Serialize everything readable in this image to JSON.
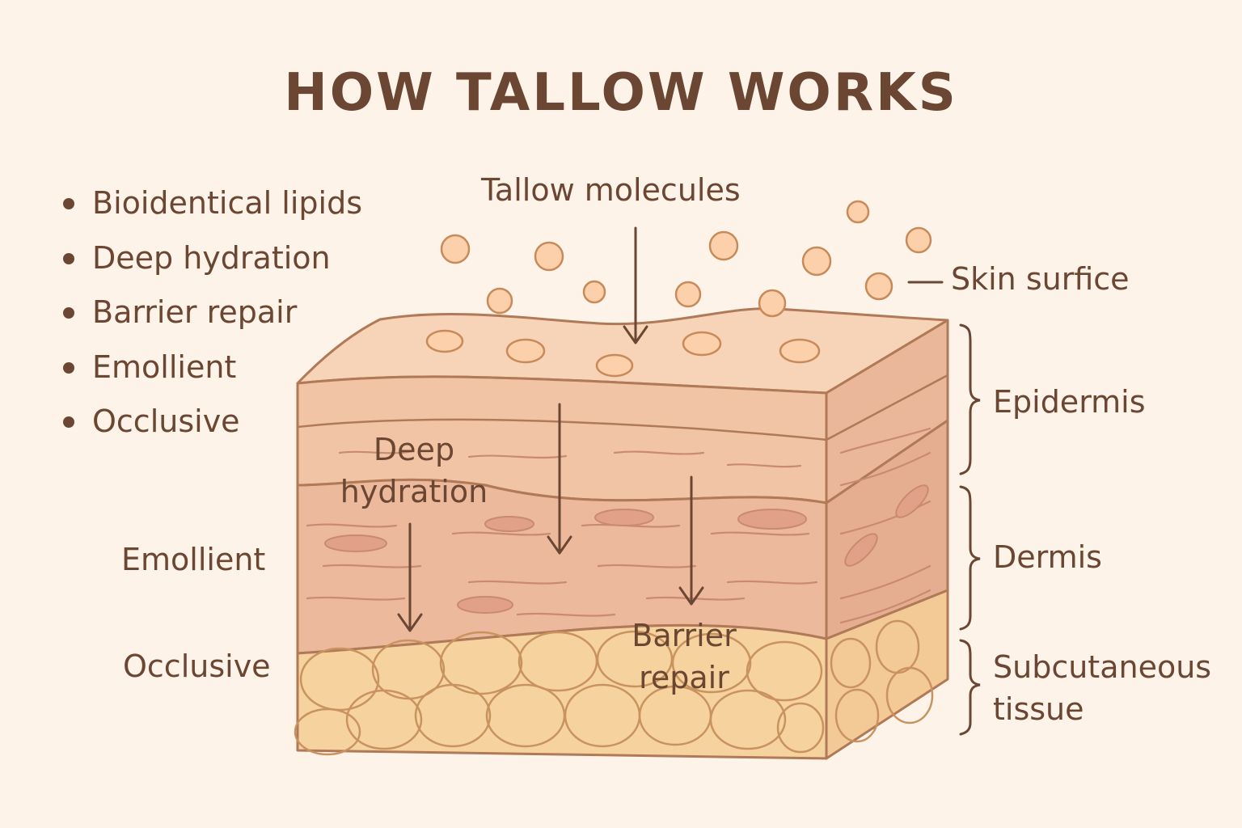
{
  "title": "HOW TALLOW WORKS",
  "benefits": [
    "Bioidentical lipids",
    "Deep hydration",
    "Barrier repair",
    "Emollient",
    "Occlusive"
  ],
  "labels": {
    "tallow_molecules": "Tallow molecules",
    "skin_surface": "Skin surfice",
    "epidermis": "Epidermis",
    "dermis": "Dermis",
    "subcutaneous_line1": "Subcutaneous",
    "subcutaneous_line2": "tissue",
    "emollient": "Emollient",
    "occlusive": "Occlusive",
    "deep_hydration_line1": "Deep",
    "deep_hydration_line2": "hydration",
    "barrier_repair_line1": "Barrier",
    "barrier_repair_line2": "repair"
  },
  "colors": {
    "background": "#fdf3e8",
    "text": "#6b4632",
    "outline": "#b07a58",
    "surface": "#f7d3b8",
    "epidermis": "#f1c4a5",
    "dermis": "#ecb99c",
    "fat": "#f6d29f",
    "molecule": "#fbd0aa"
  }
}
